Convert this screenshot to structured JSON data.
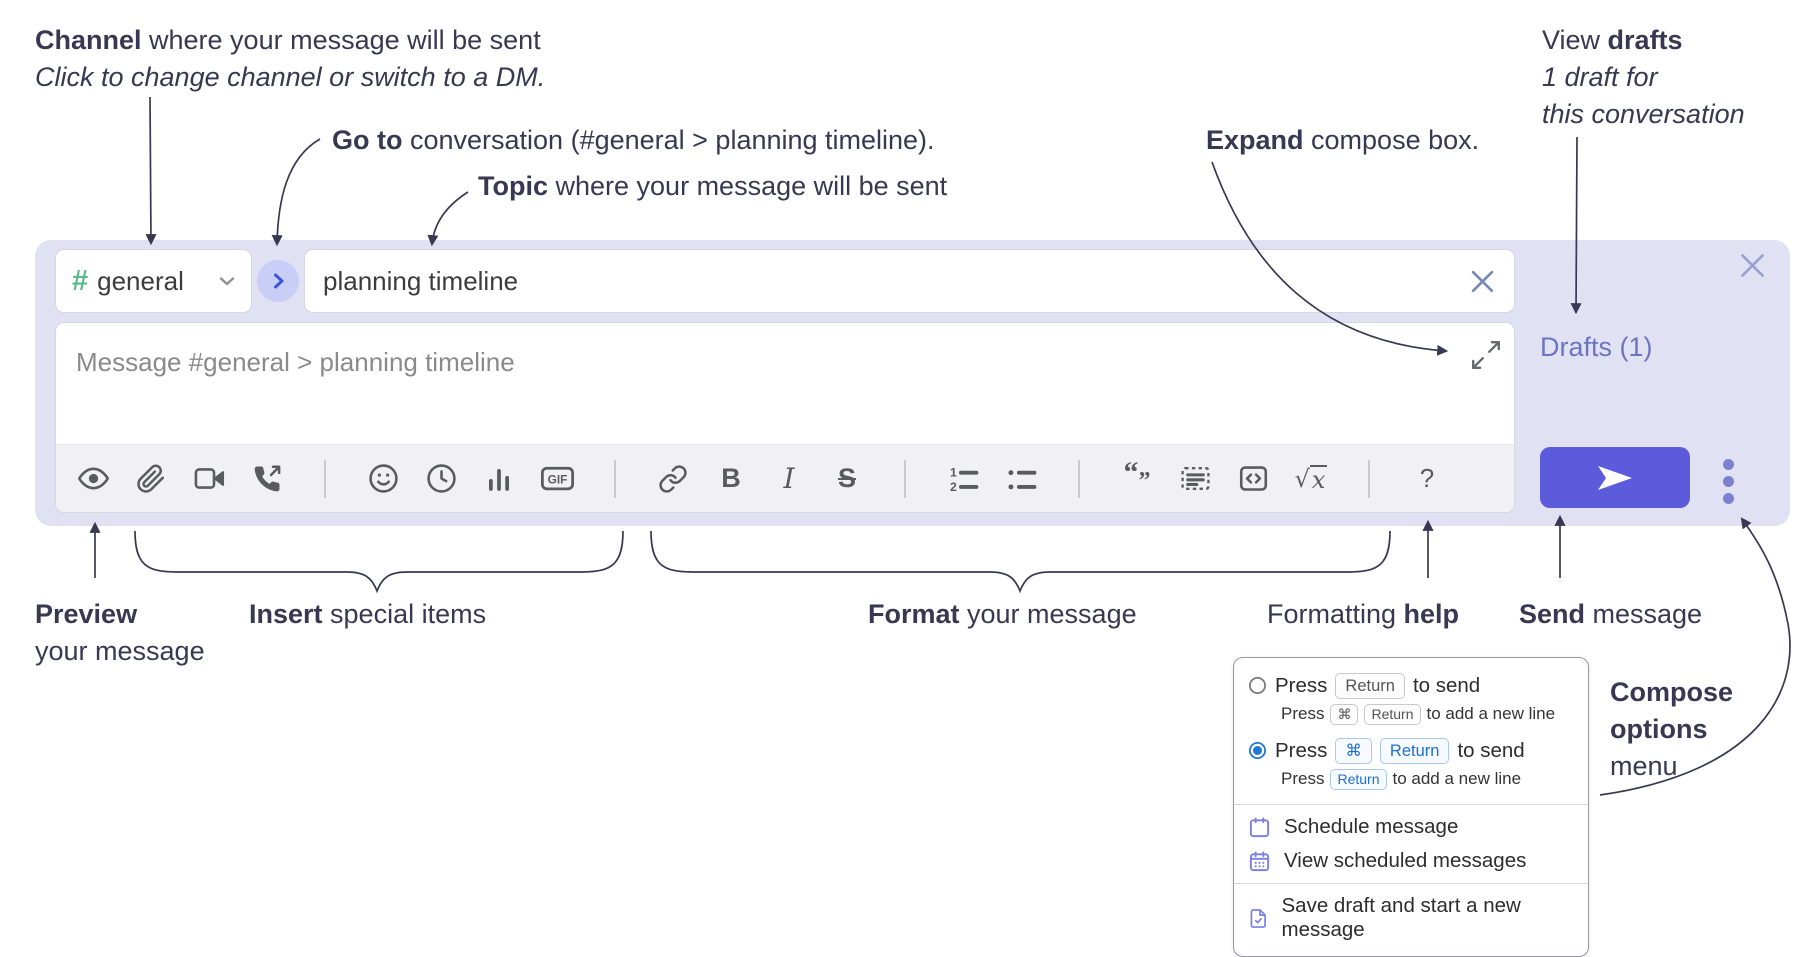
{
  "colors": {
    "panel_bg": "#e0e2f4",
    "send_button": "#5c5bdc",
    "drafts_link": "#6d73c1",
    "channel_hash_green": "#57bb8a",
    "goto_chevron_blue": "#3e56d6",
    "menu_key_blue": "#1e70d4",
    "annotation_ink": "#383852",
    "toolbar_icon_gray": "#5a5b60",
    "menu_icon_purple": "#7b80e3"
  },
  "annotations": {
    "channel": {
      "bold": "Channel",
      "rest": " where your message will be sent",
      "line2_italic": "Click to change channel or switch to a DM."
    },
    "goto": {
      "bold": "Go to",
      "rest": " conversation (#general > planning timeline)."
    },
    "topic": {
      "bold": "Topic",
      "rest": " where your message will be sent"
    },
    "expand": {
      "bold": "Expand",
      "rest": " compose box."
    },
    "view_drafts": {
      "regular": "View ",
      "bold": "drafts",
      "line2_italic": "1 draft for",
      "line3_italic": "this conversation"
    },
    "preview": {
      "bold": "Preview",
      "line2": "your message"
    },
    "insert": {
      "bold": "Insert",
      "rest": " special items"
    },
    "format": {
      "bold": "Format",
      "rest": " your message"
    },
    "formatting_help": {
      "regular": "Formatting ",
      "bold": "help"
    },
    "send": {
      "bold": "Send",
      "rest": " message"
    },
    "compose_options": {
      "line1_bold": "Compose",
      "line2_bold": "options",
      "line3": "menu"
    }
  },
  "compose_box": {
    "channel_selector": {
      "hash": "#",
      "label": "general",
      "icons": [
        "channel-hash-icon",
        "chevron-down-icon"
      ]
    },
    "goto_button_icon": "chevron-right-icon",
    "topic_input": {
      "value": "planning timeline",
      "clear_icon": "clear-x-icon"
    },
    "close_icon": "close-x-icon",
    "message_input": {
      "placeholder": "Message #general > planning timeline",
      "expand_icon": "expand-diagonal-icon"
    },
    "drafts_link": {
      "label": "Drafts (1)"
    },
    "send_button_icon": "send-plane-icon",
    "options_icon": "vertical-ellipsis-icon",
    "toolbar": {
      "icons": [
        "preview-icon",
        "attach-icon",
        "video-call-icon",
        "voice-call-icon",
        "emoji-icon",
        "time-icon",
        "poll-icon",
        "gif-icon",
        "link-icon",
        "bold-icon",
        "italic-icon",
        "strikethrough-icon",
        "numbered-list-icon",
        "bulleted-list-icon",
        "quote-icon",
        "spoiler-icon",
        "code-icon",
        "math-icon",
        "help-icon"
      ],
      "gif_label": "GIF",
      "bold_label": "B",
      "italic_label": "I",
      "strike_label": "S",
      "ol_1": "1",
      "ol_2": "2",
      "quote_open": "“",
      "quote_close": "”",
      "sqrt_sign": "√",
      "math_x": "x",
      "help_label": "?"
    }
  },
  "compose_options_menu": {
    "option1": {
      "selected": false,
      "press": "Press",
      "key1": "Return",
      "suffix": "to send",
      "sub_press": "Press",
      "sub_key1": "⌘",
      "sub_key2": "Return",
      "sub_suffix": "to add a new line"
    },
    "option2": {
      "selected": true,
      "press": "Press",
      "key1": "⌘",
      "key2": "Return",
      "suffix": "to send",
      "sub_press": "Press",
      "sub_key1": "Return",
      "sub_suffix": "to add a new line"
    },
    "items": {
      "schedule": "Schedule message",
      "view_scheduled": "View scheduled messages",
      "save_draft": "Save draft and start a new message"
    }
  }
}
